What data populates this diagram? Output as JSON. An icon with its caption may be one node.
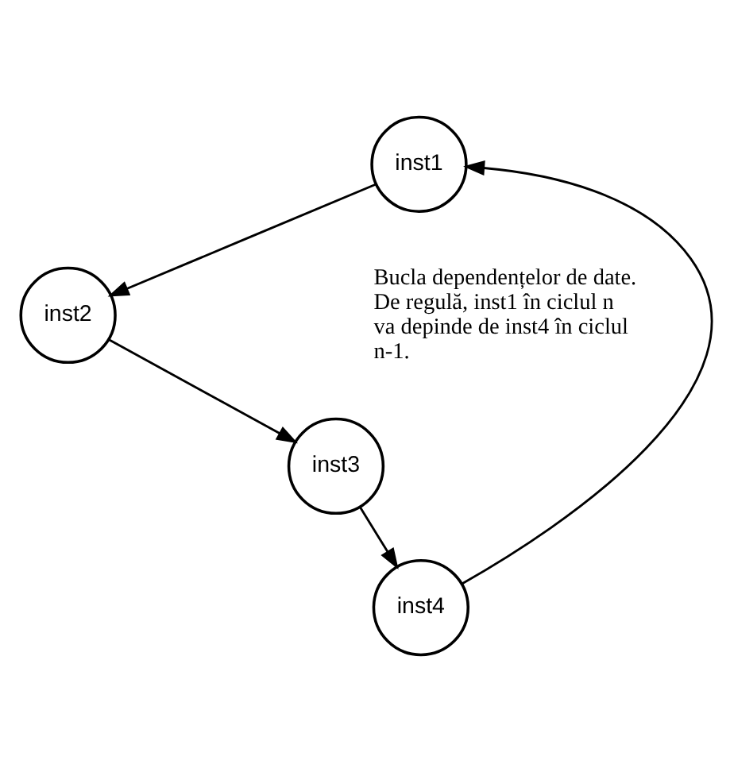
{
  "diagram": {
    "nodes": [
      {
        "text": [
          "inst1"
        ]
      },
      {
        "text": [
          "inst2"
        ]
      },
      {
        "text": [
          "inst3"
        ]
      },
      {
        "text": [
          "inst4"
        ]
      }
    ],
    "edges": [
      {
        "from": 0,
        "to": 1,
        "arrow": "to"
      },
      {
        "from": 1,
        "to": 2,
        "arrow": "to"
      },
      {
        "from": 2,
        "to": 3,
        "arrow": "to"
      },
      {
        "from": 3,
        "to": 0,
        "arrow": "to"
      }
    ],
    "labels": [
      "Bucla dependențelor de date. De regulă, inst1 în ciclul n va depinde de inst4 în ciclul n-1."
    ]
  }
}
